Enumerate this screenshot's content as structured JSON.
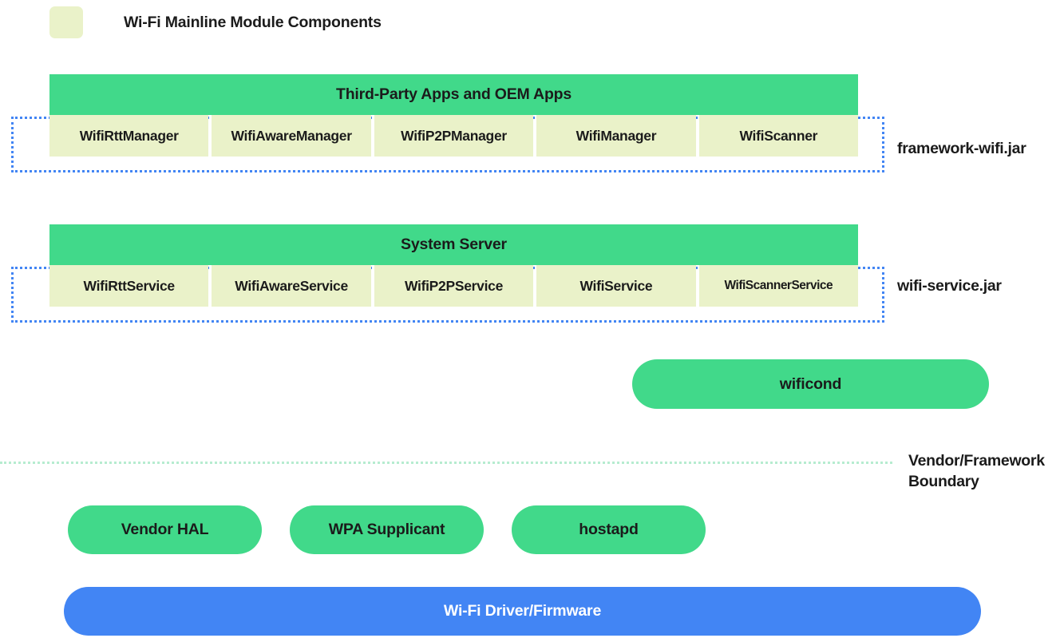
{
  "legend": {
    "swatch_color": "#eaf2c9",
    "label": "Wi-Fi Mainline Module Components"
  },
  "colors": {
    "green": "#41d98a",
    "pale_green": "#eaf2c9",
    "blue": "#4285f4",
    "dotted_blue": "#4285f4",
    "boundary_mint": "#b6ecd0",
    "text": "#1b1b1b",
    "white": "#ffffff"
  },
  "bands": [
    {
      "header": "Third-Party Apps and OEM Apps",
      "cells": [
        "WifiRttManager",
        "WifiAwareManager",
        "WifiP2PManager",
        "WifiManager",
        "WifiScanner"
      ],
      "jar_label": "framework-wifi.jar"
    },
    {
      "header": "System Server",
      "cells": [
        "WifiRttService",
        "WifiAwareService",
        "WifiP2PService",
        "WifiService",
        "WifiScannerService"
      ],
      "jar_label": "wifi-service.jar"
    }
  ],
  "wificond": {
    "label": "wificond"
  },
  "boundary": {
    "label_line1": "Vendor/Framework",
    "label_line2": "Boundary"
  },
  "vendor_pills": [
    {
      "label": "Vendor HAL"
    },
    {
      "label": "WPA Supplicant"
    },
    {
      "label": "hostapd"
    }
  ],
  "driver": {
    "label": "Wi-Fi Driver/Firmware"
  }
}
